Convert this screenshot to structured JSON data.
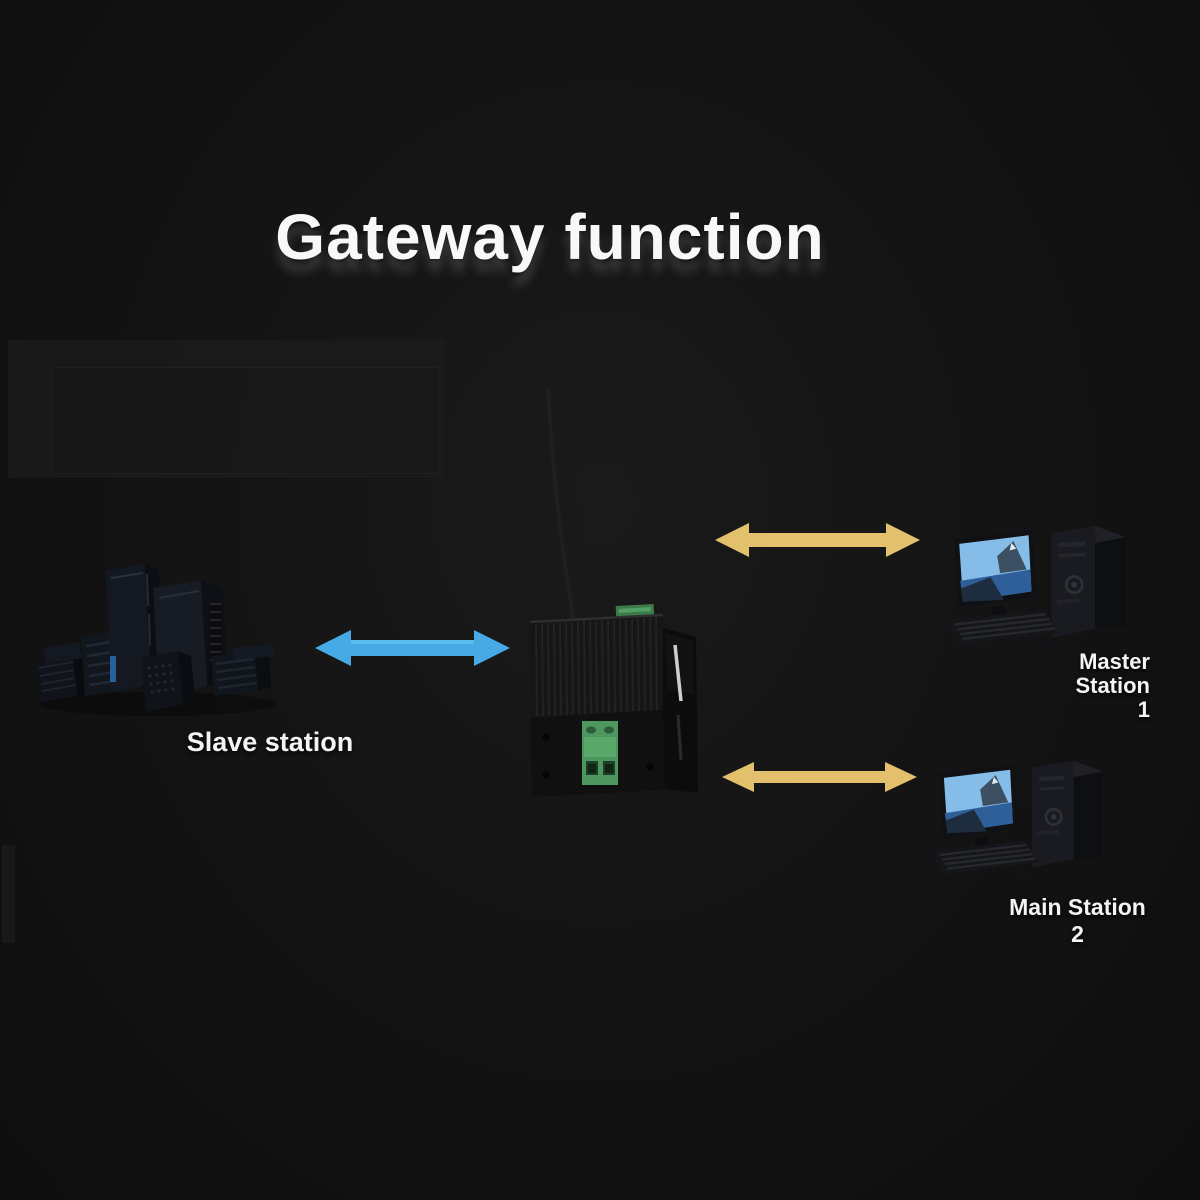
{
  "page": {
    "title": "Gateway function"
  },
  "colors": {
    "background": "#141414",
    "panel": "#1c1c1c",
    "text": "#f4f4f4",
    "arrow_blue": "#47aae4",
    "arrow_blue_light": "#6cc9f2",
    "arrow_gold": "#e2c06c",
    "terminal_green": "#4e975e",
    "terminal_green_dark": "#2c5c38",
    "pcb_green": "#3c7a4a",
    "screen_sky": "#85bde8",
    "screen_sea": "#2e5f98",
    "led_blue": "#2c6fb0"
  },
  "nodes": {
    "slave": {
      "label": "Slave station"
    },
    "gateway": {
      "name": "wireless gateway device"
    },
    "master": {
      "label_line1": "Master Station",
      "label_line2": "1"
    },
    "main": {
      "label": "Main Station 2"
    }
  },
  "connections": [
    {
      "from": "slave",
      "to": "gateway",
      "style": "double-arrow",
      "color": "#47aae4"
    },
    {
      "from": "gateway",
      "to": "master",
      "style": "double-arrow",
      "color": "#e2c06c"
    },
    {
      "from": "gateway",
      "to": "main",
      "style": "double-arrow",
      "color": "#e2c06c"
    }
  ]
}
